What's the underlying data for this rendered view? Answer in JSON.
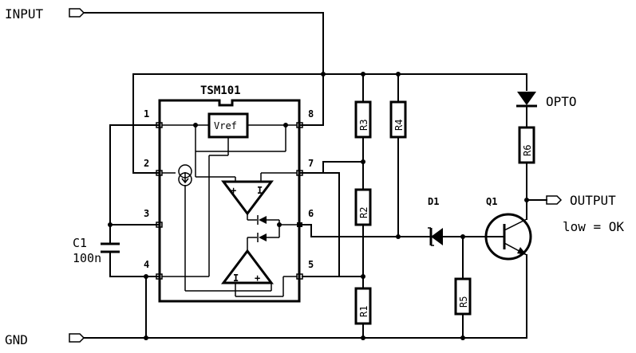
{
  "ports": {
    "input": "INPUT",
    "gnd": "GND",
    "output": "OUTPUT",
    "output_note": "low = OK"
  },
  "ic": {
    "name": "TSM101",
    "vref": "Vref",
    "pins": [
      "1",
      "2",
      "3",
      "4",
      "5",
      "6",
      "7",
      "8"
    ],
    "plus": "+",
    "minus": "I"
  },
  "components": {
    "r3": "R3",
    "r4": "R4",
    "r2": "R2",
    "r1": "R1",
    "r5": "R5",
    "r6": "R6",
    "c1": "C1",
    "c1_value": "100n",
    "d1": "D1",
    "q1": "Q1",
    "opto": "OPTO"
  }
}
